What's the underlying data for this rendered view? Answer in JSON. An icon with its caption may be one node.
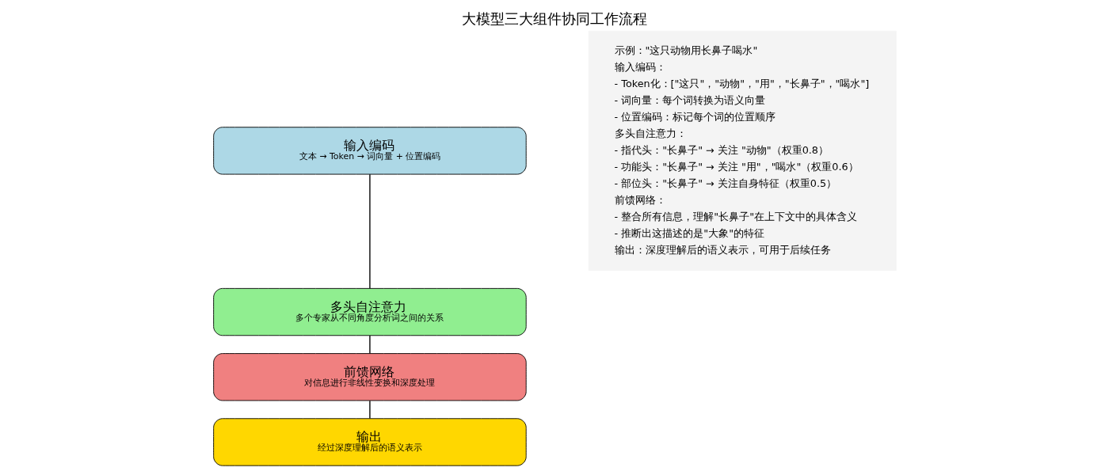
{
  "diagram": {
    "title": "大模型三大组件协同工作流程",
    "nodes": [
      {
        "text": [
          "输入编码",
          "文本 → Token → 词向量 + 位置编码"
        ]
      },
      {
        "text": [
          "多头自注意力",
          "多个专家从不同角度分析词之间的关系"
        ]
      },
      {
        "text": [
          "前馈网络",
          "对信息进行非线性变换和深度处理"
        ]
      },
      {
        "text": [
          "输出",
          "经过深度理解后的语义表示"
        ]
      },
      {
        "text": [
          "示例：\"这只动物用长鼻子喝水\"",
          "输入编码：",
          "- Token化：[\"这只\"，\"动物\"，\"用\"，\"长鼻子\"，\"喝水\"]",
          "- 词向量：每个词转换为语义向量",
          "- 位置编码：标记每个词的位置顺序",
          "多头自注意力：",
          "- 指代头：\"长鼻子\" → 关注 \"动物\"（权重0.8）",
          "- 功能头：\"长鼻子\" → 关注 \"用\"，\"喝水\"（权重0.6）",
          "- 部位头：\"长鼻子\" → 关注自身特征（权重0.5）",
          "前馈网络：",
          "- 整合所有信息，理解\"长鼻子\"在上下文中的具体含义",
          "- 推断出这描述的是\"大象\"的特征",
          "输出：深度理解后的语义表示，可用于后续任务"
        ]
      }
    ],
    "edges": [
      {
        "from": 0,
        "to": 1,
        "arrow": "none"
      },
      {
        "from": 1,
        "to": 2,
        "arrow": "none"
      },
      {
        "from": 2,
        "to": 3,
        "arrow": "none"
      }
    ]
  }
}
